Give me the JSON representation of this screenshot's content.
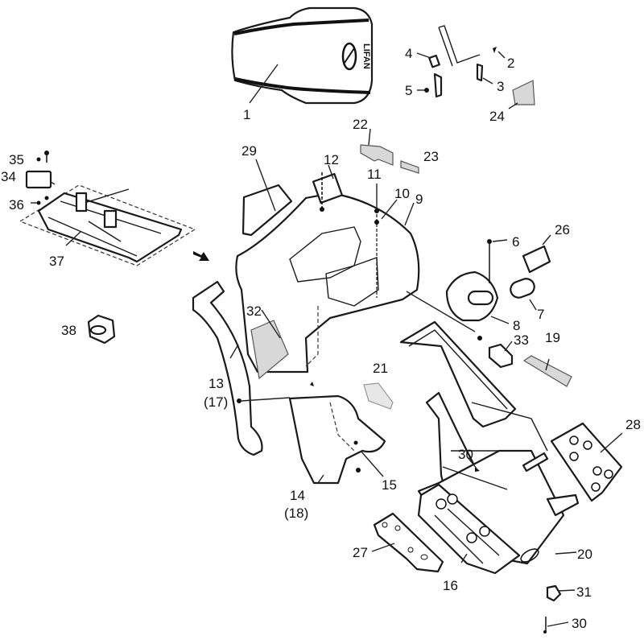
{
  "diagram": {
    "type": "exploded-parts-diagram",
    "subject": "ATV body panels and frame",
    "seat_logo_text": "LIFAN",
    "arrow": "direction-arrow",
    "callouts": [
      {
        "id": "1",
        "label": "1",
        "part": "seat"
      },
      {
        "id": "2",
        "label": "2",
        "part": "clip"
      },
      {
        "id": "3",
        "label": "3",
        "part": "seat latch bracket"
      },
      {
        "id": "4",
        "label": "4",
        "part": "bushing"
      },
      {
        "id": "5",
        "label": "5",
        "part": "nut"
      },
      {
        "id": "6",
        "label": "6",
        "part": "bolt"
      },
      {
        "id": "7",
        "label": "7",
        "part": "lens"
      },
      {
        "id": "8",
        "label": "8",
        "part": "tail light housing"
      },
      {
        "id": "9",
        "label": "9",
        "part": "rear fender"
      },
      {
        "id": "10",
        "label": "10",
        "part": "screw"
      },
      {
        "id": "11",
        "label": "11",
        "part": "screw"
      },
      {
        "id": "12",
        "label": "12",
        "part": "bracket"
      },
      {
        "id": "13",
        "label": "13",
        "sublabel": "(17)",
        "part": "side panel"
      },
      {
        "id": "14",
        "label": "14",
        "sublabel": "(18)",
        "part": "footrest panel"
      },
      {
        "id": "15",
        "label": "15",
        "part": "grommet"
      },
      {
        "id": "16",
        "label": "16",
        "part": "footrest frame"
      },
      {
        "id": "19",
        "label": "19",
        "part": "decal"
      },
      {
        "id": "20",
        "label": "20",
        "part": "frame"
      },
      {
        "id": "21",
        "label": "21",
        "part": "decal"
      },
      {
        "id": "22",
        "label": "22",
        "part": "decal"
      },
      {
        "id": "23",
        "label": "23",
        "part": "decal"
      },
      {
        "id": "24",
        "label": "24",
        "part": "decal"
      },
      {
        "id": "26",
        "label": "26",
        "part": "plate"
      },
      {
        "id": "27",
        "label": "27",
        "part": "skid plate"
      },
      {
        "id": "28",
        "label": "28",
        "part": "skid plate"
      },
      {
        "id": "29",
        "label": "29",
        "part": "cover"
      },
      {
        "id": "30a",
        "label": "30",
        "part": "bolt"
      },
      {
        "id": "30b",
        "label": "30",
        "part": "bolt"
      },
      {
        "id": "31",
        "label": "31",
        "part": "nut"
      },
      {
        "id": "32",
        "label": "32",
        "part": "decal"
      },
      {
        "id": "33",
        "label": "33",
        "part": "relay"
      },
      {
        "id": "34",
        "label": "34",
        "part": "mount"
      },
      {
        "id": "35",
        "label": "35",
        "part": "bolt"
      },
      {
        "id": "36",
        "label": "36",
        "part": "nut"
      },
      {
        "id": "37",
        "label": "37",
        "part": "sub-frame"
      },
      {
        "id": "38",
        "label": "38",
        "part": "rubber mount"
      }
    ]
  }
}
